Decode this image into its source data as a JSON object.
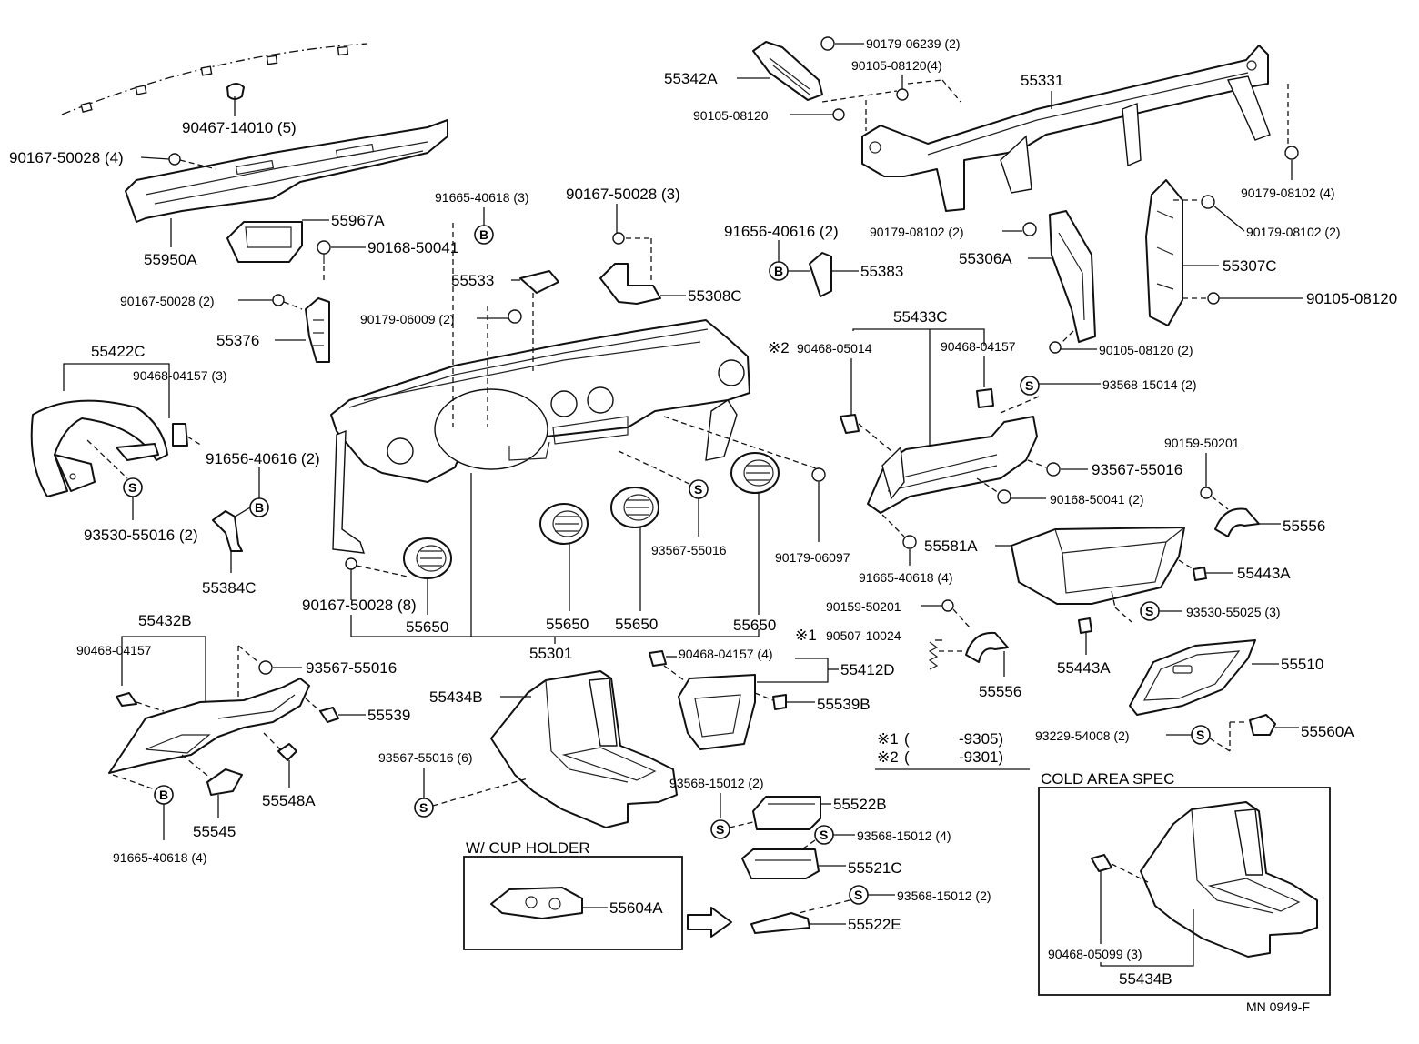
{
  "labels": {
    "p90467_14010": "90467-14010 (5)",
    "p90167_50028_4": "90167-50028 (4)",
    "p55950A": "55950A",
    "p55967A": "55967A",
    "p90168_50041": "90168-50041",
    "p90167_50028_2": "90167-50028 (2)",
    "p55376": "55376",
    "p91665_40618_3": "91665-40618 (3)",
    "p90167_50028_3": "90167-50028 (3)",
    "p55533": "55533",
    "p55308C": "55308C",
    "p90179_06009": "90179-06009 (2)",
    "p91656_40616_2": "91656-40616 (2)",
    "p55383": "55383",
    "p55342A": "55342A",
    "p90179_06239": "90179-06239 (2)",
    "p90105_08120_4": "90105-08120(4)",
    "p90105_08120": "90105-08120",
    "p55331": "55331",
    "p90179_08102_4": "90179-08102 (4)",
    "p90179_08102_2a": "90179-08102 (2)",
    "p90179_08102_2b": "90179-08102 (2)",
    "p55306A": "55306A",
    "p55307C": "55307C",
    "p90105_08120_b": "90105-08120",
    "p90105_08120_2": "90105-08120 (2)",
    "p55422C": "55422C",
    "p90468_04157_3": "90468-04157 (3)",
    "p91656_40616_2b": "91656-40616 (2)",
    "p93530_55016": "93530-55016 (2)",
    "p55384C": "55384C",
    "p55433C": "55433C",
    "p90468_05014": "90468-05014",
    "p90468_04157_a": "90468-04157",
    "p93568_15014": "93568-15014 (2)",
    "p93567_55016_a": "93567-55016",
    "p90168_50041_2": "90168-50041 (2)",
    "p90159_50201_a": "90159-50201",
    "p55556_a": "55556",
    "p55581A": "55581A",
    "p91665_40618_4a": "91665-40618 (4)",
    "p55443A_a": "55443A",
    "p90159_50201_b": "90159-50201",
    "p93530_55025": "93530-55025 (3)",
    "p90507_10024": "90507-10024",
    "p55443A_b": "55443A",
    "p55556_b": "55556",
    "p55510": "55510",
    "p93567_55016_b": "93567-55016",
    "p90179_06097": "90179-06097",
    "p90167_50028_8": "90167-50028 (8)",
    "p55650_a": "55650",
    "p55650_b": "55650",
    "p55650_c": "55650",
    "p55650_d": "55650",
    "p55301": "55301",
    "p55432B": "55432B",
    "p90468_04157_b": "90468-04157",
    "p93567_55016_c": "93567-55016",
    "p55539": "55539",
    "p55548A": "55548A",
    "p55545": "55545",
    "p91665_40618_4b": "91665-40618 (4)",
    "p55434B_a": "55434B",
    "p93567_55016_6": "93567-55016 (6)",
    "p90468_04157_4": "90468-04157 (4)",
    "p55412D": "55412D",
    "p55539B": "55539B",
    "p93568_15012_2a": "93568-15012 (2)",
    "p55522B": "55522B",
    "p93568_15012_4": "93568-15012 (4)",
    "p55521C": "55521C",
    "p93568_15012_2b": "93568-15012 (2)",
    "p55522E": "55522E",
    "p55604A": "55604A",
    "p93229_54008": "93229-54008 (2)",
    "p55560A": "55560A",
    "p90468_05099": "90468-05099 (3)",
    "p55434B_b": "55434B"
  },
  "notes": {
    "note1_mark": "※1",
    "note2_mark": "※2",
    "note1_inline_mark": "※1",
    "note2_inline_mark": "※2",
    "legend1_mark": "※1",
    "legend1_open": "(",
    "legend1_value": "-9305)",
    "legend2_mark": "※2",
    "legend2_open": "(",
    "legend2_value": "-9301)"
  },
  "section_titles": {
    "cup_holder": "W/ CUP  HOLDER",
    "cold_area": "COLD AREA SPEC"
  },
  "symbols": {
    "s": "S",
    "b": "B"
  },
  "footer": {
    "code": "MN 0949-F"
  }
}
